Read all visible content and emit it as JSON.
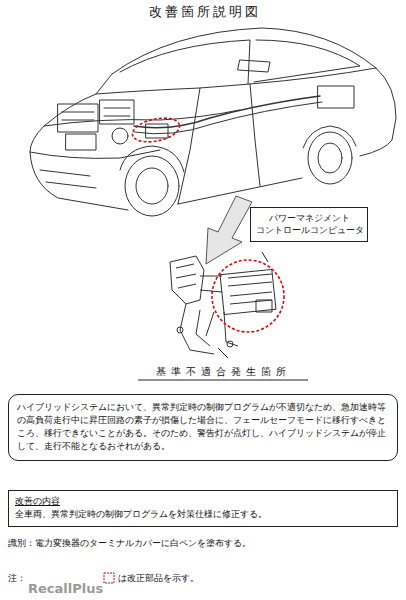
{
  "diagram": {
    "title": "改善箇所説明図",
    "nodes": [
      {
        "text": [
          "パワーマネジメント コントロールコンピュータ"
        ]
      },
      {
        "text": [
          "ハイブリッドシステムにおいて、異常判定時の制御プログラムが不適切なため、急加速時等の高負荷走行中に昇圧回路の素子が損傷した場合に、フェールセーフモードに移行すべきところ、移行できないことがある。そのため、警告灯が点灯し、ハイブリッドシステムが停止して、走行不能となるおそれがある。"
        ]
      },
      {
        "text": [
          "改善の内容",
          "全車両、異常判定時の制御プログラムを対策仕様に修正する。"
        ]
      }
    ],
    "labels": [
      "基準不適合発生箇所",
      "識別：電力変換器のターミナルカバーに白ペンを塗布する。",
      "注：",
      "は改正部品を示す。",
      "RecallPlus"
    ]
  }
}
